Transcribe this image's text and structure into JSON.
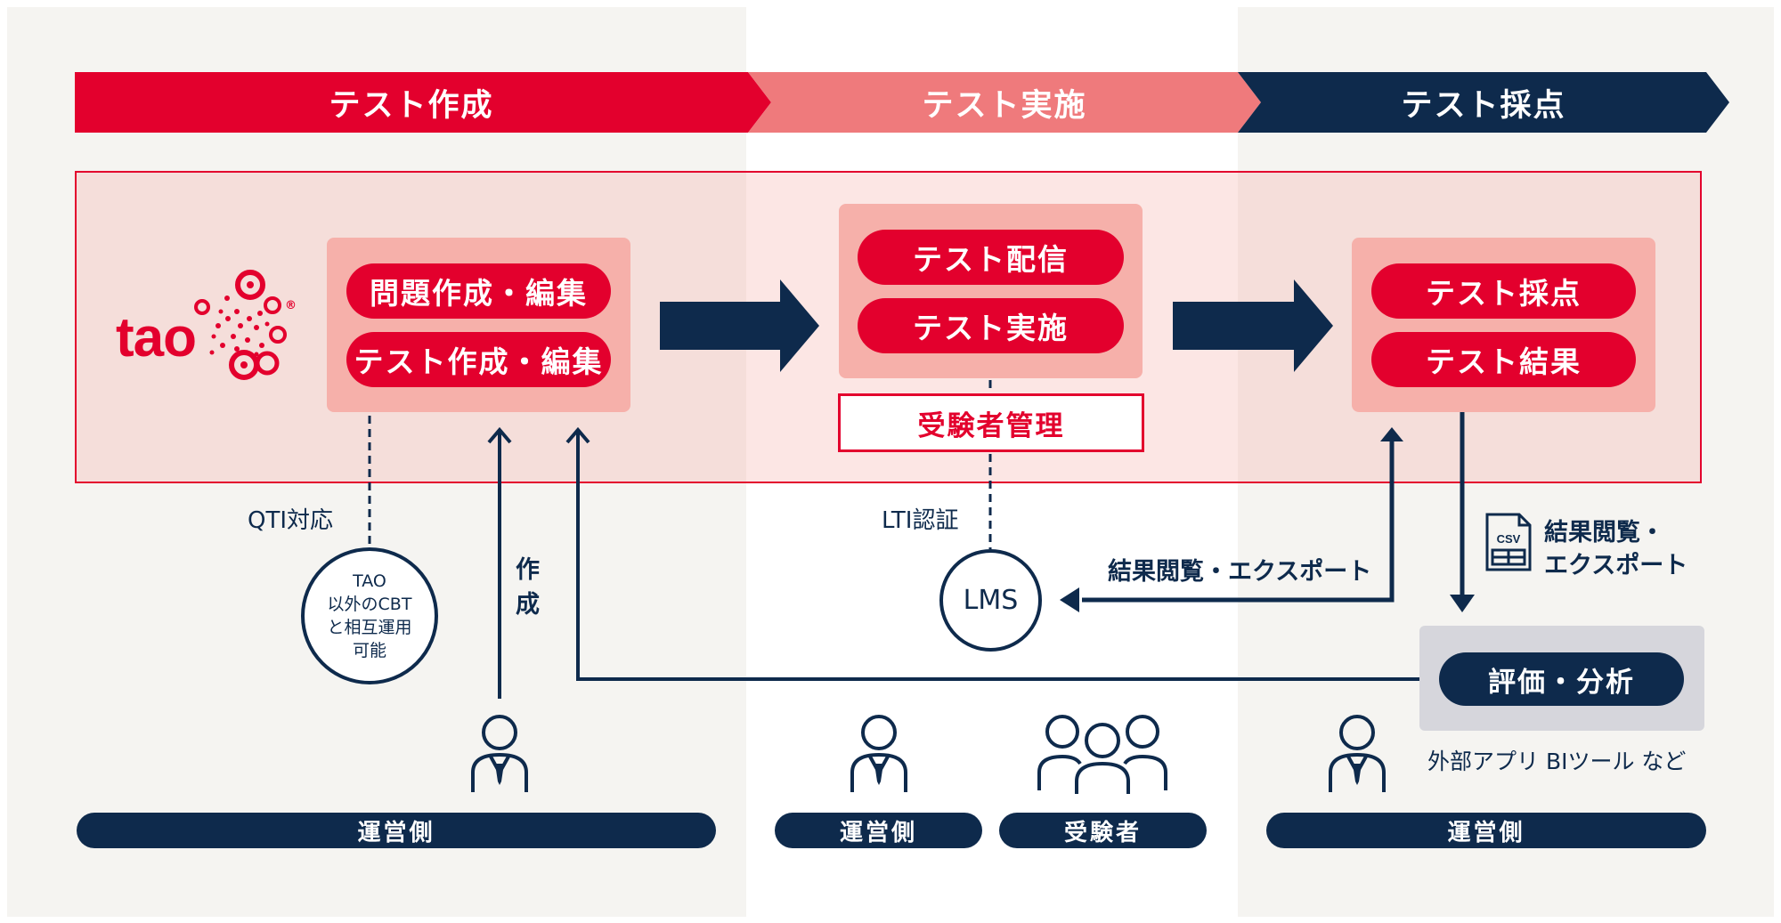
{
  "colors": {
    "red": "#e3002d",
    "salmon": "#ef7a7c",
    "navy": "#0e2a4c",
    "pink": "#f6b0aa",
    "panel": "#fbe3e1",
    "gray": "#d6d6dc",
    "column_bg": "#f5f4f1"
  },
  "stages": [
    "テスト作成",
    "テスト実施",
    "テスト採点"
  ],
  "logo": {
    "text": "tao",
    "registered": "®"
  },
  "boxes": {
    "create": [
      "問題作成・編集",
      "テスト作成・編集"
    ],
    "deliver": [
      "テスト配信",
      "テスト実施"
    ],
    "examinee_mgmt": "受験者管理",
    "score": [
      "テスト採点",
      "テスト結果"
    ]
  },
  "connectors": {
    "qti": "QTI対応",
    "lti": "LTI認証",
    "create_vertical": [
      "作",
      "成"
    ],
    "results_export": "結果閲覧・エクスポート",
    "csv_label": [
      "結果閲覧・",
      "エクスポート"
    ],
    "csv_icon_text": "CSV"
  },
  "circles": {
    "interop": [
      "TAO",
      "以外のCBT",
      "と相互運用",
      "可能"
    ],
    "lms": "LMS"
  },
  "analysis": {
    "button": "評価・分析",
    "caption": "外部アプリ BIツール など"
  },
  "roles": [
    "運営側",
    "運営側",
    "受験者",
    "運営側"
  ]
}
